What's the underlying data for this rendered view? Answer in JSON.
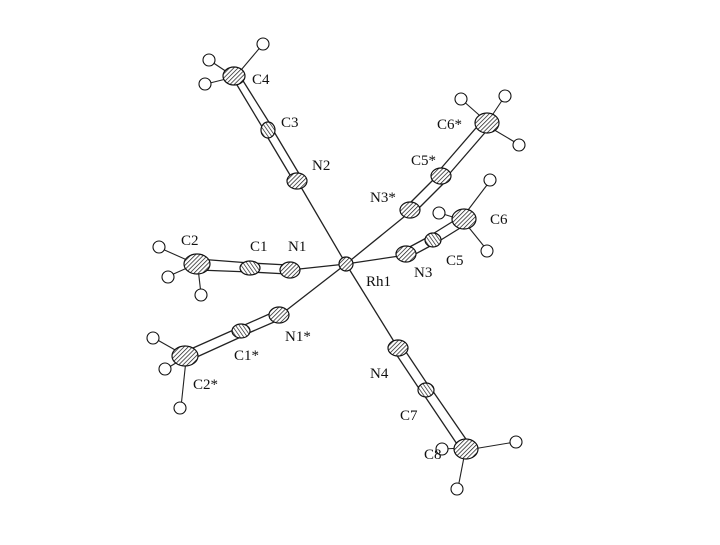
{
  "colors": {
    "ink": "#111111",
    "background": "#ffffff"
  },
  "atom_labels": {
    "C4": "C4",
    "C3": "C3",
    "N2": "N2",
    "C6s": "C6*",
    "C5s": "C5*",
    "N3s": "N3*",
    "C6": "C6",
    "C5": "C5",
    "N3": "N3",
    "C2": "C2",
    "C1": "C1",
    "N1": "N1",
    "Rh1": "Rh1",
    "N1s": "N1*",
    "C1s": "C1*",
    "C2s": "C2*",
    "N4": "N4",
    "C7": "C7",
    "C8": "C8"
  }
}
